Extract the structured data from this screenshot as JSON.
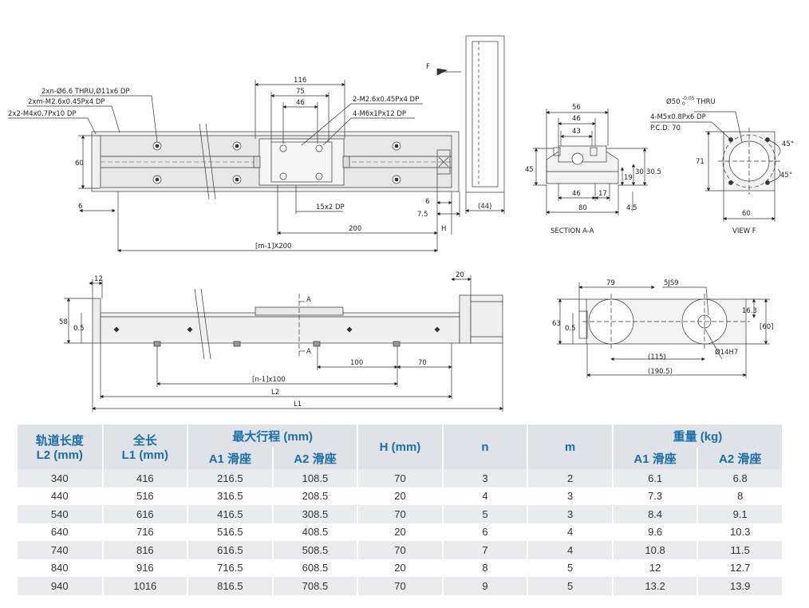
{
  "front_view": {
    "callouts": [
      "2xn-Ø6.6 THRU,Ø11x6 DP",
      "2xm-M2.6x0.45Px4 DP",
      "2x2-M4x0.7Px10 DP"
    ],
    "carriage_callouts": [
      "2-M2.6x0.45Px4 DP",
      "4-M6x1Px12 DP"
    ],
    "dims": {
      "d116": "116",
      "d75": "75",
      "d46": "46",
      "d60": "60",
      "d6": "6",
      "d15x2": "15x2 DP",
      "d6b": "6",
      "d75b": "7.5",
      "d44": "(44)",
      "d200": "200",
      "dH": "H",
      "dm1": "[m-1]X200"
    },
    "label_f": "F"
  },
  "section_aa": {
    "title": "SECTION A-A",
    "dims": {
      "d56": "56",
      "d46": "46",
      "d43": "43",
      "d45": "45",
      "d19": "19",
      "d30": "30",
      "d305": "30.5",
      "d46b": "46",
      "d17": "17",
      "d80": "80",
      "d45b": "4.5"
    }
  },
  "view_f": {
    "title": "VIEW F",
    "tol_text": "Ø50",
    "tol_upper": "-0.05",
    "tol_lower": "0",
    "thru": "THRU",
    "line2": "4-M5x0.8Px6 DP",
    "line3": "P.C.D. 70",
    "dims": {
      "d71": "71",
      "d60": "60",
      "a45a": "45°",
      "a45b": "45°"
    }
  },
  "side_view": {
    "dims": {
      "d12": "12",
      "d20": "20",
      "d58": "58",
      "d05": "0.5",
      "dA1": "A",
      "dA2": "A",
      "d100": "100",
      "d70": "70",
      "dn1": "[n-1]x100",
      "dL2": "L2",
      "dL1": "L1"
    }
  },
  "end_view": {
    "dims": {
      "d79": "79",
      "d5js9": "5JS9",
      "d63": "63",
      "d05": "0.5",
      "d163": "16.3",
      "d60": "[60]",
      "d115": "(115)",
      "d1905": "(190.5)",
      "d14h7": "Ø14H7"
    }
  },
  "table": {
    "headers": {
      "rail_length": "轨道长度",
      "rail_unit": "L2 (mm)",
      "total_length": "全长",
      "total_unit": "L1 (mm)",
      "max_stroke": "最大行程 (mm)",
      "a1": "A1 滑座",
      "a2": "A2 滑座",
      "h": "H (mm)",
      "n": "n",
      "m": "m",
      "weight": "重量 (kg)",
      "w_a1": "A1 滑座",
      "w_a2": "A2 滑座"
    },
    "rows": [
      [
        "340",
        "416",
        "216.5",
        "108.5",
        "70",
        "3",
        "2",
        "6.1",
        "6.8"
      ],
      [
        "440",
        "516",
        "316.5",
        "208.5",
        "20",
        "4",
        "3",
        "7.3",
        "8"
      ],
      [
        "540",
        "616",
        "416.5",
        "308.5",
        "70",
        "5",
        "3",
        "8.4",
        "9.1"
      ],
      [
        "640",
        "716",
        "516.5",
        "408.5",
        "20",
        "6",
        "4",
        "9.6",
        "10.3"
      ],
      [
        "740",
        "816",
        "616.5",
        "508.5",
        "70",
        "7",
        "4",
        "10.8",
        "11.5"
      ],
      [
        "840",
        "916",
        "716.5",
        "608.5",
        "20",
        "8",
        "5",
        "12",
        "12.7"
      ],
      [
        "940",
        "1016",
        "816.5",
        "708.5",
        "70",
        "9",
        "5",
        "13.2",
        "13.9"
      ]
    ]
  }
}
